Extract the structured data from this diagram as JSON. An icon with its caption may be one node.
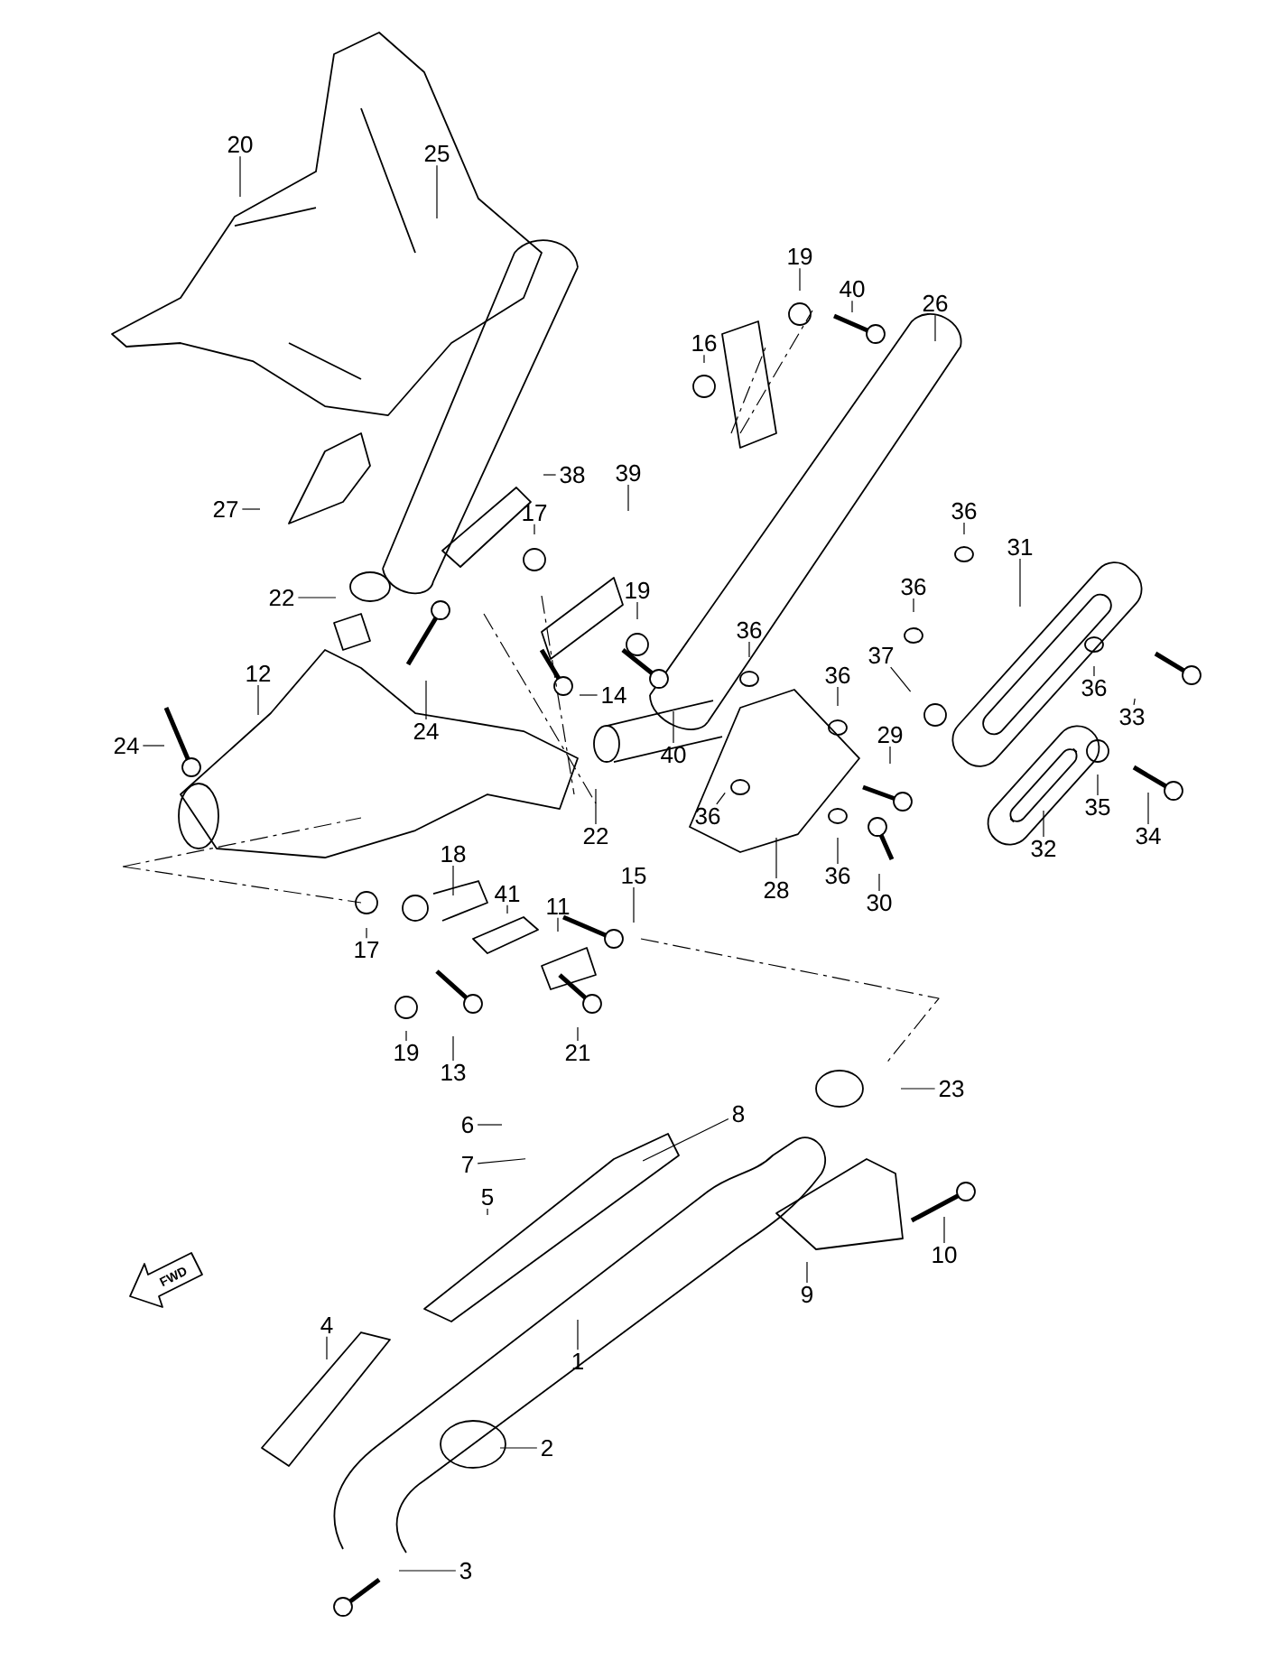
{
  "diagram": {
    "nodes": [
      {
        "text": [
          "20"
        ]
      },
      {
        "text": [
          "25"
        ]
      },
      {
        "text": [
          "19"
        ]
      },
      {
        "text": [
          "40"
        ]
      },
      {
        "text": [
          "26"
        ]
      },
      {
        "text": [
          "16"
        ]
      },
      {
        "text": [
          "38"
        ]
      },
      {
        "text": [
          "39"
        ]
      },
      {
        "text": [
          "27"
        ]
      },
      {
        "text": [
          "36"
        ]
      },
      {
        "text": [
          "17"
        ]
      },
      {
        "text": [
          "31"
        ]
      },
      {
        "text": [
          "36"
        ]
      },
      {
        "text": [
          "19"
        ]
      },
      {
        "text": [
          "22"
        ]
      },
      {
        "text": [
          "36"
        ]
      },
      {
        "text": [
          "37"
        ]
      },
      {
        "text": [
          "12"
        ]
      },
      {
        "text": [
          "36"
        ]
      },
      {
        "text": [
          "36"
        ]
      },
      {
        "text": [
          "14"
        ]
      },
      {
        "text": [
          "33"
        ]
      },
      {
        "text": [
          "24"
        ]
      },
      {
        "text": [
          "29"
        ]
      },
      {
        "text": [
          "24"
        ]
      },
      {
        "text": [
          "40"
        ]
      },
      {
        "text": [
          "35"
        ]
      },
      {
        "text": [
          "36"
        ]
      },
      {
        "text": [
          "22"
        ]
      },
      {
        "text": [
          "34"
        ]
      },
      {
        "text": [
          "18"
        ]
      },
      {
        "text": [
          "32"
        ]
      },
      {
        "text": [
          "15"
        ]
      },
      {
        "text": [
          "28"
        ]
      },
      {
        "text": [
          "36"
        ]
      },
      {
        "text": [
          "41"
        ]
      },
      {
        "text": [
          "30"
        ]
      },
      {
        "text": [
          "11"
        ]
      },
      {
        "text": [
          "17"
        ]
      },
      {
        "text": [
          "19"
        ]
      },
      {
        "text": [
          "21"
        ]
      },
      {
        "text": [
          "13"
        ]
      },
      {
        "text": [
          "23"
        ]
      },
      {
        "text": [
          "8"
        ]
      },
      {
        "text": [
          "6"
        ]
      },
      {
        "text": [
          "7"
        ]
      },
      {
        "text": [
          "5"
        ]
      },
      {
        "text": [
          "10"
        ]
      },
      {
        "text": [
          "9"
        ]
      },
      {
        "text": [
          "4"
        ]
      },
      {
        "text": [
          "1"
        ]
      },
      {
        "text": [
          "2"
        ]
      },
      {
        "text": [
          "3"
        ]
      }
    ],
    "edges": [
      {
        "from": 0,
        "to": null,
        "arrow": "none"
      },
      {
        "from": 1,
        "to": null,
        "arrow": "none"
      },
      {
        "from": 2,
        "to": null,
        "arrow": "none"
      },
      {
        "from": 3,
        "to": null,
        "arrow": "none"
      },
      {
        "from": 4,
        "to": null,
        "arrow": "none"
      },
      {
        "from": 5,
        "to": null,
        "arrow": "none"
      },
      {
        "from": 6,
        "to": null,
        "arrow": "none"
      },
      {
        "from": 7,
        "to": null,
        "arrow": "none"
      },
      {
        "from": 8,
        "to": null,
        "arrow": "none"
      },
      {
        "from": 9,
        "to": null,
        "arrow": "none"
      },
      {
        "from": 10,
        "to": null,
        "arrow": "none"
      },
      {
        "from": 11,
        "to": null,
        "arrow": "none"
      },
      {
        "from": 12,
        "to": null,
        "arrow": "none"
      },
      {
        "from": 13,
        "to": null,
        "arrow": "none"
      },
      {
        "from": 14,
        "to": null,
        "arrow": "none"
      },
      {
        "from": 15,
        "to": null,
        "arrow": "none"
      },
      {
        "from": 16,
        "to": null,
        "arrow": "none"
      },
      {
        "from": 17,
        "to": null,
        "arrow": "none"
      },
      {
        "from": 18,
        "to": null,
        "arrow": "none"
      },
      {
        "from": 19,
        "to": null,
        "arrow": "none"
      },
      {
        "from": 20,
        "to": null,
        "arrow": "none"
      },
      {
        "from": 21,
        "to": null,
        "arrow": "none"
      },
      {
        "from": 22,
        "to": null,
        "arrow": "none"
      },
      {
        "from": 23,
        "to": null,
        "arrow": "none"
      },
      {
        "from": 24,
        "to": null,
        "arrow": "none"
      },
      {
        "from": 25,
        "to": null,
        "arrow": "none"
      },
      {
        "from": 26,
        "to": null,
        "arrow": "none"
      },
      {
        "from": 27,
        "to": null,
        "arrow": "none"
      },
      {
        "from": 28,
        "to": null,
        "arrow": "none"
      },
      {
        "from": 29,
        "to": null,
        "arrow": "none"
      },
      {
        "from": 30,
        "to": null,
        "arrow": "none"
      },
      {
        "from": 31,
        "to": null,
        "arrow": "none"
      },
      {
        "from": 32,
        "to": null,
        "arrow": "none"
      },
      {
        "from": 33,
        "to": null,
        "arrow": "none"
      },
      {
        "from": 34,
        "to": null,
        "arrow": "none"
      },
      {
        "from": 35,
        "to": null,
        "arrow": "none"
      },
      {
        "from": 36,
        "to": null,
        "arrow": "none"
      },
      {
        "from": 37,
        "to": null,
        "arrow": "none"
      },
      {
        "from": 38,
        "to": null,
        "arrow": "none"
      },
      {
        "from": 39,
        "to": null,
        "arrow": "none"
      },
      {
        "from": 40,
        "to": null,
        "arrow": "none"
      },
      {
        "from": 41,
        "to": null,
        "arrow": "none"
      },
      {
        "from": 42,
        "to": null,
        "arrow": "none"
      },
      {
        "from": 43,
        "to": null,
        "arrow": "none"
      },
      {
        "from": 44,
        "to": null,
        "arrow": "none"
      },
      {
        "from": 45,
        "to": null,
        "arrow": "none"
      },
      {
        "from": 46,
        "to": null,
        "arrow": "none"
      },
      {
        "from": 47,
        "to": null,
        "arrow": "none"
      },
      {
        "from": 48,
        "to": null,
        "arrow": "none"
      },
      {
        "from": 49,
        "to": null,
        "arrow": "none"
      },
      {
        "from": 50,
        "to": null,
        "arrow": "none"
      },
      {
        "from": 51,
        "to": null,
        "arrow": "none"
      },
      {
        "from": 52,
        "to": null,
        "arrow": "none"
      }
    ],
    "labels": [
      "FWD"
    ]
  }
}
